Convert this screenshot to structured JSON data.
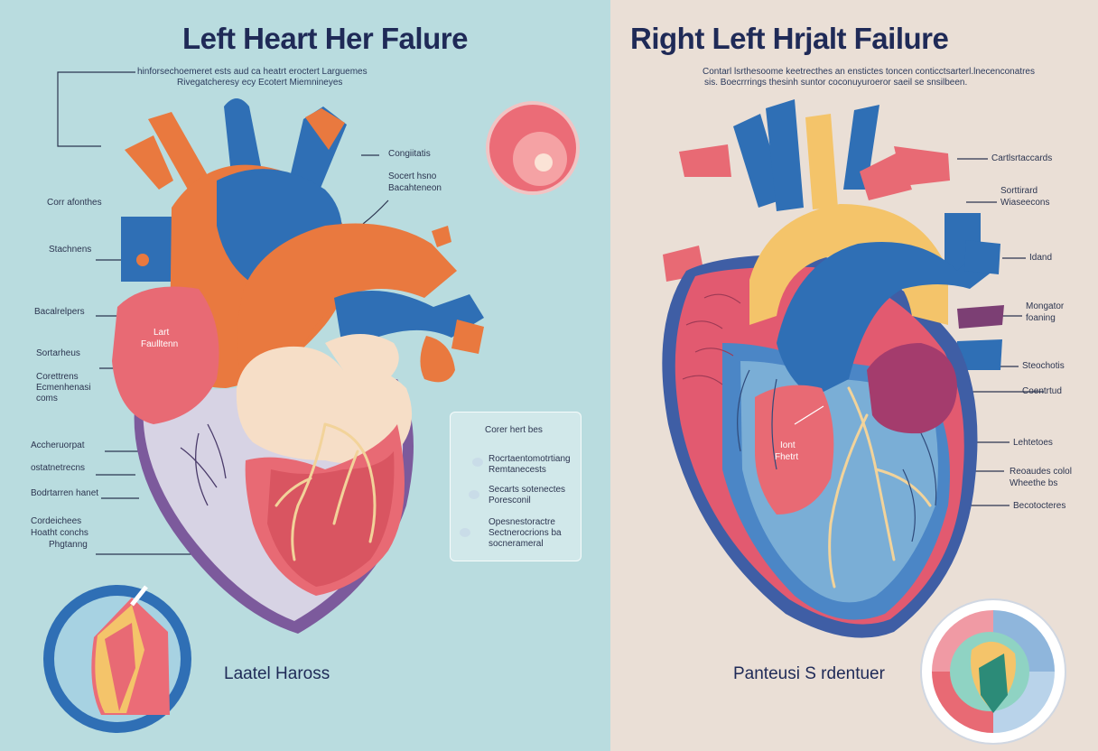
{
  "left": {
    "title": "Left Heart Her Falure",
    "subtitle_lines": [
      "hinforsechoemeret ests aud ca heatrt eroctert Larguemes",
      "Rivegatcheresy ecy Ecotert Miemnineyes"
    ],
    "callouts": {
      "c1": "Congiitatis",
      "c2a": "Socert hsno",
      "c2b": "Bacahteneon",
      "l1": "Corr afonthes",
      "l2": "Stachnens",
      "l3": "Bacalrelpers",
      "l4": "Sortarheus",
      "l5a": "Corettrens",
      "l5b": "Ecmenhenasi",
      "l5c": "coms",
      "l6": "Accheruorpat",
      "l7": "ostatnetrecns",
      "l8": "Bodrtarren hanet",
      "l9a": "Cordeichees",
      "l9b": "Hoatht conchs",
      "l9c": "Phgtanng"
    },
    "chamber_label_a": "Lart",
    "chamber_label_b": "Faulltenn",
    "legend": {
      "heading": "Corer hert bes",
      "items": [
        [
          "Rocrtaentomotrtiang",
          "Remtanecests"
        ],
        [
          "Secarts sotenectes",
          "Poresconil"
        ],
        [
          "Opesnestoractre",
          "Sectnerocrions ba",
          "socnerameral"
        ]
      ]
    },
    "bottom_label": "Laatel Haross"
  },
  "right": {
    "title": "Right Left Hrjalt Failure",
    "subtitle_lines": [
      "Contarl lsrthesoome keetrecthes an enstictes toncen conticctsarterl.lnecenconatres",
      "sis. Boecrrrings thesinh suntor coconuyuroeror saeil se snsilbeen."
    ],
    "callouts": {
      "r1": "Cartlsrtaccards",
      "r2a": "Sorttirard",
      "r2b": "Wiaseecons",
      "r3": "Idand",
      "r4a": "Mongator",
      "r4b": "foaning",
      "r5": "Steochotis",
      "r6": "Coentrtud",
      "r7": "Lehtetoes",
      "r8a": "Reoaudes colol",
      "r8b": "Wheethe bs",
      "r9": "Becotocteres"
    },
    "chamber_label_a": "Iont",
    "chamber_label_b": "Fhetrt",
    "bottom_label": "Panteusi S rdentuer"
  },
  "colors": {
    "left_bg": "#b9dcdf",
    "right_bg": "#eadfd6",
    "orange": "#e9793f",
    "blue": "#2f6fb5",
    "pink": "#e86a74",
    "yellow": "#f4c46a",
    "purple": "#7c3f74",
    "title": "#1f2a57"
  }
}
